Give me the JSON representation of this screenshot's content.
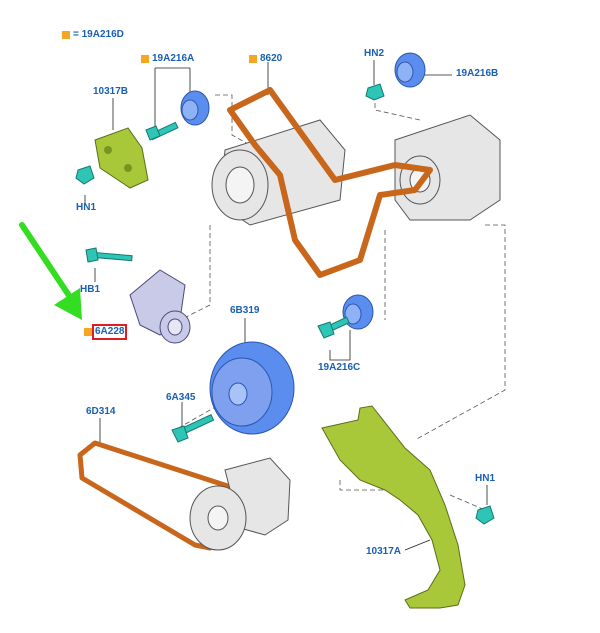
{
  "legend": {
    "text": "= 19A216D",
    "marker_color": "#f5a623"
  },
  "colors": {
    "label": "#1a5fb4",
    "belt": "#c8661b",
    "bracket": "#a8c83a",
    "pulley": "#5b8def",
    "fastener": "#2ec4b6",
    "arrow": "#33dd22",
    "highlight": "#e01b24"
  },
  "labels": {
    "bracket_top": "10317B",
    "idler_top": "19A216A",
    "main_belt": "8620",
    "nut_top": "HN2",
    "idler_right": "19A216B",
    "nut_left": "HN1",
    "bolt_tensioner": "HB1",
    "tensioner": "6A228",
    "damper": "6B319",
    "bolt_damper": "6A345",
    "idler_lower": "19A216C",
    "small_belt": "6D314",
    "nut_right": "HN1",
    "bracket_bottom": "10317A"
  }
}
